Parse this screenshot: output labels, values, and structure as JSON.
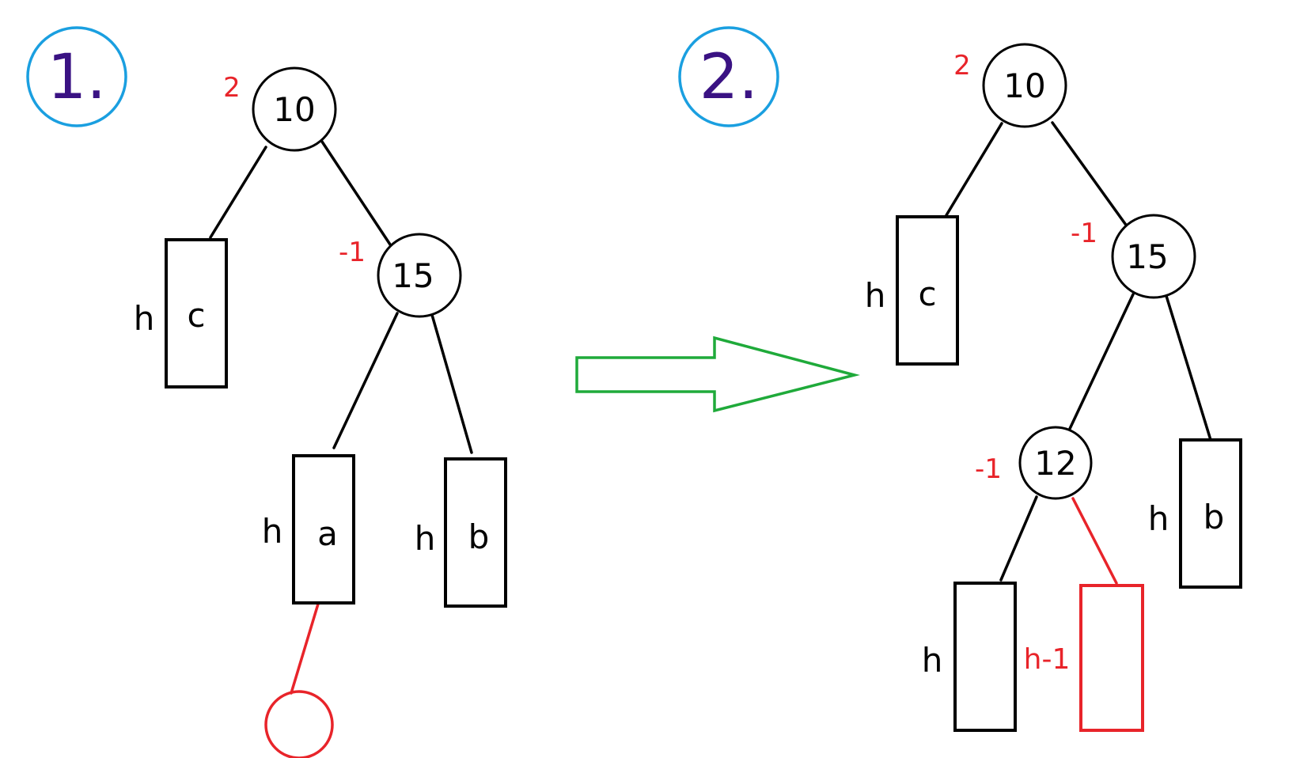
{
  "step1": {
    "label": "1.",
    "root": {
      "value": "10",
      "balance": "2"
    },
    "right": {
      "value": "15",
      "balance": "-1"
    },
    "subtree_c": {
      "height": "h",
      "name": "c"
    },
    "subtree_a": {
      "height": "h",
      "name": "a"
    },
    "subtree_b": {
      "height": "h",
      "name": "b"
    }
  },
  "step2": {
    "label": "2.",
    "root": {
      "value": "10",
      "balance": "2"
    },
    "right": {
      "value": "15",
      "balance": "-1"
    },
    "mid": {
      "value": "12",
      "balance": "-1"
    },
    "subtree_c": {
      "height": "h",
      "name": "c"
    },
    "subtree_b": {
      "height": "h",
      "name": "b"
    },
    "subtree_left": {
      "height": "h"
    },
    "subtree_right": {
      "height": "h-1"
    }
  },
  "colors": {
    "black": "#000000",
    "red": "#e8242a",
    "blue": "#1a9fe0",
    "purple": "#3a1283",
    "green": "#1faa3a"
  }
}
